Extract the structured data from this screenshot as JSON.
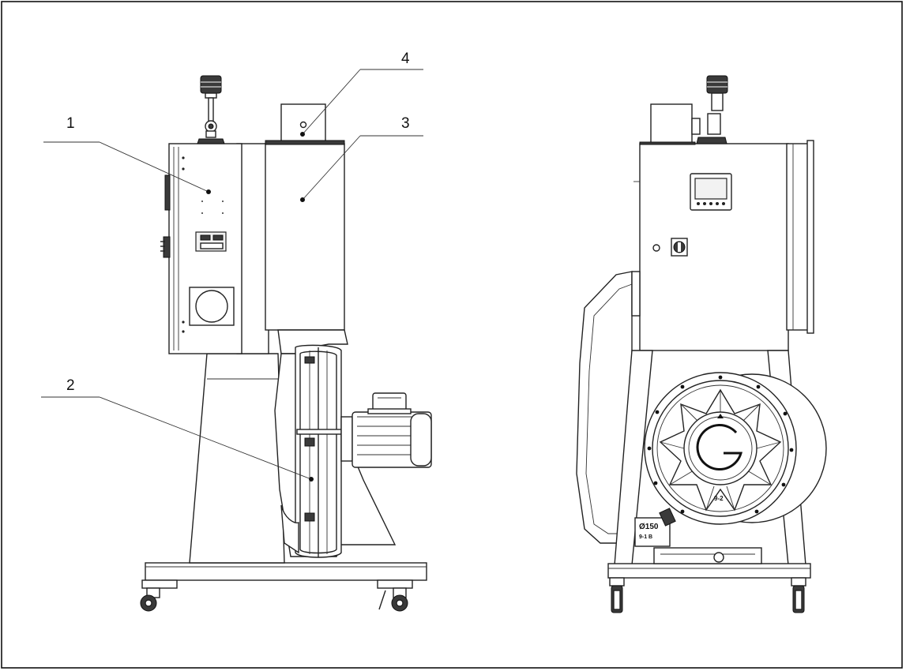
{
  "callouts": [
    {
      "id": "1",
      "label": "1"
    },
    {
      "id": "2",
      "label": "2"
    },
    {
      "id": "3",
      "label": "3"
    },
    {
      "id": "4",
      "label": "4"
    }
  ],
  "fan_markings": {
    "diameter": "Ø150",
    "model": "9-1 B",
    "housing_label": "9-2"
  }
}
